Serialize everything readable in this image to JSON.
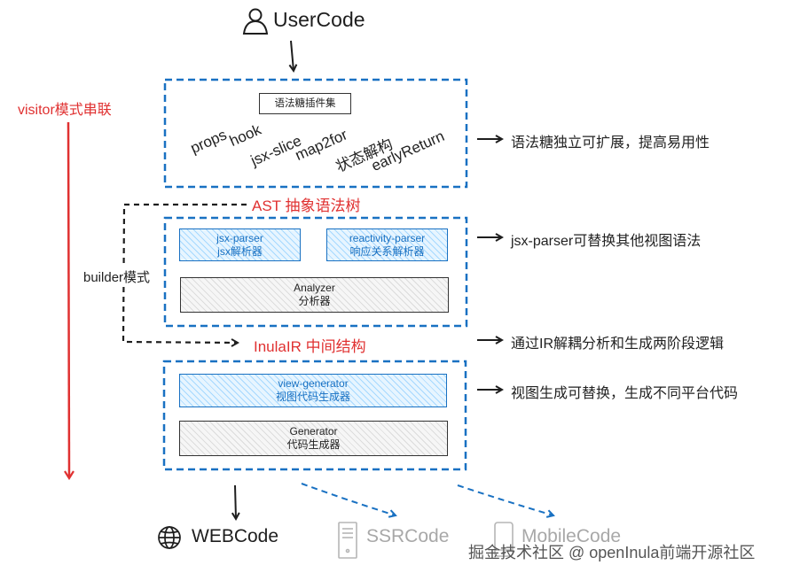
{
  "input": {
    "label": "UserCode",
    "icon": "user-icon"
  },
  "left_labels": {
    "visitor": "visitor模式串联",
    "builder": "builder模式"
  },
  "stage1": {
    "title": "语法糖插件集",
    "items": [
      "props",
      "hook",
      "jsx-slice",
      "map2for",
      "状态解构",
      "earlyReturn"
    ],
    "note": "语法糖独立可扩展，提高易用性"
  },
  "ast_label": "AST 抽象语法树",
  "stage2": {
    "jsx_parser": {
      "line1": "jsx-parser",
      "line2": "jsx解析器"
    },
    "reactivity_parser": {
      "line1": "reactivity-parser",
      "line2": "响应关系解析器"
    },
    "analyzer": {
      "line1": "Analyzer",
      "line2": "分析器"
    },
    "note": "jsx-parser可替换其他视图语法"
  },
  "ir_label": "InulaIR 中间结构",
  "ir_note": "通过IR解耦分析和生成两阶段逻辑",
  "stage3": {
    "view_generator": {
      "line1": "view-generator",
      "line2": "视图代码生成器"
    },
    "generator": {
      "line1": "Generator",
      "line2": "代码生成器"
    },
    "note": "视图生成可替换，生成不同平台代码"
  },
  "outputs": [
    {
      "label": "WEBCode",
      "icon": "globe-icon"
    },
    {
      "label": "SSRCode",
      "icon": "server-icon"
    },
    {
      "label": "MobileCode",
      "icon": "mobile-icon"
    }
  ],
  "watermark": "掘金技术社区 @ openInula前端开源社区",
  "colors": {
    "blue": "#1971c2",
    "red": "#e03131",
    "black": "#1e1e1e",
    "faded": "#a8a8a8"
  }
}
